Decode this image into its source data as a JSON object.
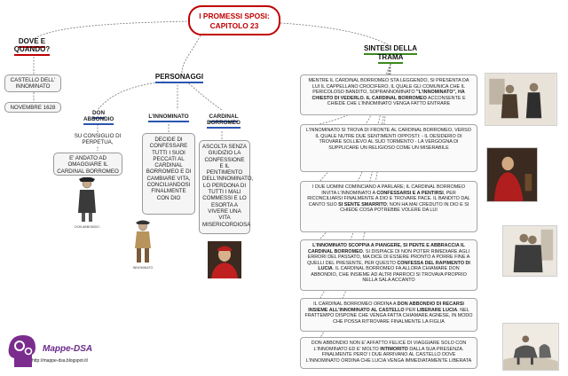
{
  "title": {
    "line1": "I PROMESSI SPOSI:",
    "line2": "CAPITOLO 23"
  },
  "branches": {
    "where_when": {
      "label": "DOVE E QUANDO?",
      "items": [
        "CASTELLO DELL' INNOMINATO",
        "NOVEMBRE 1628"
      ]
    },
    "characters": {
      "label": "PERSONAGGI"
    },
    "summary": {
      "label": "SINTESI DELLA TRAMA"
    }
  },
  "characters": [
    {
      "name": "DON ABBONDIO",
      "desc": [
        "SU CONSIGLIO DI PERPETUA,",
        "E' ANDATO AD OMAGGIARE IL CARDINAL BORROMEO"
      ],
      "caption": "DON ABBONDIO"
    },
    {
      "name": "L'INNOMINATO",
      "desc": [
        "DECIDE DI CONFESSARE TUTTI I SUOI PECCATI AL CARDINAL BORROMEO E DI CAMBIARE VITA, CONCILIANDOSI FINALMENTE CON DIO"
      ],
      "caption": "INNOMINATO"
    },
    {
      "name": "CARDINAL BORROMEO",
      "desc": [
        "ASCOLTA SENZA GIUDIZIO LA CONFESSIONE E IL PENTIMENTO DELL'INNOMINATO, LO PERDONA DI TUTTI I MALI COMMESSI E LO ESORTA A VIVERE UNA VITA MISERICORDIOSA"
      ]
    }
  ],
  "summary": [
    {
      "parts": [
        {
          "t": "MENTRE IL CARDINAL BORROMEO STA LEGGENDO, SI PRESENTA DA LUI IL CAPPELLANO CROCIFERO, IL QUALE GLI COMUNICA CHE IL PERICOLOSO BANDITO, SOPRANNOMINATO ",
          "b": false
        },
        {
          "t": "\"L'INNOMINATO\", HA CHIESTO DI VEDERLO. IL CARDINAL BORROMEO",
          "b": true
        },
        {
          "t": " ACCONSENTE E CHIEDE CHE L'INNOMINATO VENGA FATTO ENTRARE",
          "b": false
        }
      ]
    },
    {
      "parts": [
        {
          "t": "L'INNOMINATO SI TROVA DI FRONTE AL CARDINAL BORROMEO, VERSO IL QUALE NUTRE DUE SENTIMENTI OPPOSTI: - IL DESIDERIO DI TROVARE SOLLIEVO AL SUO TORMENTO - LA VERGOGNA DI SUPPLICARE UN RELIGIOSO COME UN MISERABILE",
          "b": false
        }
      ]
    },
    {
      "parts": [
        {
          "t": "I DUE UOMINI COMINCIANO A PARLARE; IL CARDINAL BORROMEO INVITA L'INNOMINATO A ",
          "b": false
        },
        {
          "t": "CONFESSARSI E A PENTIRSI",
          "b": true
        },
        {
          "t": ", PER RICONCILIARSI FINALMENTE A DIO E TROVARE PACE. IL BANDITO DAL CANTO SUO ",
          "b": false
        },
        {
          "t": "SI SENTE SMARRITO",
          "b": true
        },
        {
          "t": "; NON HA MAI CREDUTO IN DIO E SI CHIEDE COSA POTREBBE VOLERE DA LUI",
          "b": false
        }
      ]
    },
    {
      "parts": [
        {
          "t": "L'INNOMINATO SCOPPIA A PIANGERE, SI PENTE E ABBRACCIA IL CARDINAL BORROMEO",
          "b": true
        },
        {
          "t": ". SI DISPIACE DI NON POTER RIMEDIARE AGLI ERRORI DEL PASSATO, MA DICE DI ESSERE PRONTO A PORRE FINE A QUELLI DEL PRESENTE, PER QUESTO ",
          "b": false
        },
        {
          "t": "CONFESSA DEL RAPIMENTO DI LUCIA",
          "b": true
        },
        {
          "t": ". IL CARDINAL BORROMEO FA ALLORA CHIAMARE DON ABBONDIO, CHE INSIEME AD ALTRI PARROCI SI TROVAVA PROPRIO NELLA SALA ACCANTO",
          "b": false
        }
      ]
    },
    {
      "parts": [
        {
          "t": "IL CARDINAL BORROMEO ORDINA A ",
          "b": false
        },
        {
          "t": "DON ABBONDIO DI RECARSI INSIEME ALL'INNOMINATO AL CASTELLO",
          "b": true
        },
        {
          "t": " PER ",
          "b": false
        },
        {
          "t": "LIBERARE LUCIA",
          "b": true
        },
        {
          "t": ". NEL FRATTEMPO DISPONE CHE VENGA FATTA CHIAMARE AGNESE, IN MODO CHE POSSA RITROVARE FINALMENTE LA FIGLIA",
          "b": false
        }
      ]
    },
    {
      "parts": [
        {
          "t": "DON ABBONDIO NON E' AFFATTO FELICE DI VIAGGIARE SOLO CON L'INNOMINATO ED E' MOLTO ",
          "b": false
        },
        {
          "t": "INTIMORITO",
          "b": true
        },
        {
          "t": " DALLA SUA PRESENZA. FINALMENTE PERO' I DUE ARRIVANO AL CASTELLO DOVE L'INNOMINATO ORDINA CHE LUCIA VENGA IMMEDIATAMENTE LIBERATA",
          "b": false
        }
      ]
    }
  ],
  "logo": {
    "name": "Mappe-DSA",
    "url": "http://mappe-dsa.blogspot.it/"
  },
  "colors": {
    "title": "#c00000",
    "blue": "#2b55b0",
    "green": "#3a8a1e",
    "logo": "#6a2a8a"
  }
}
